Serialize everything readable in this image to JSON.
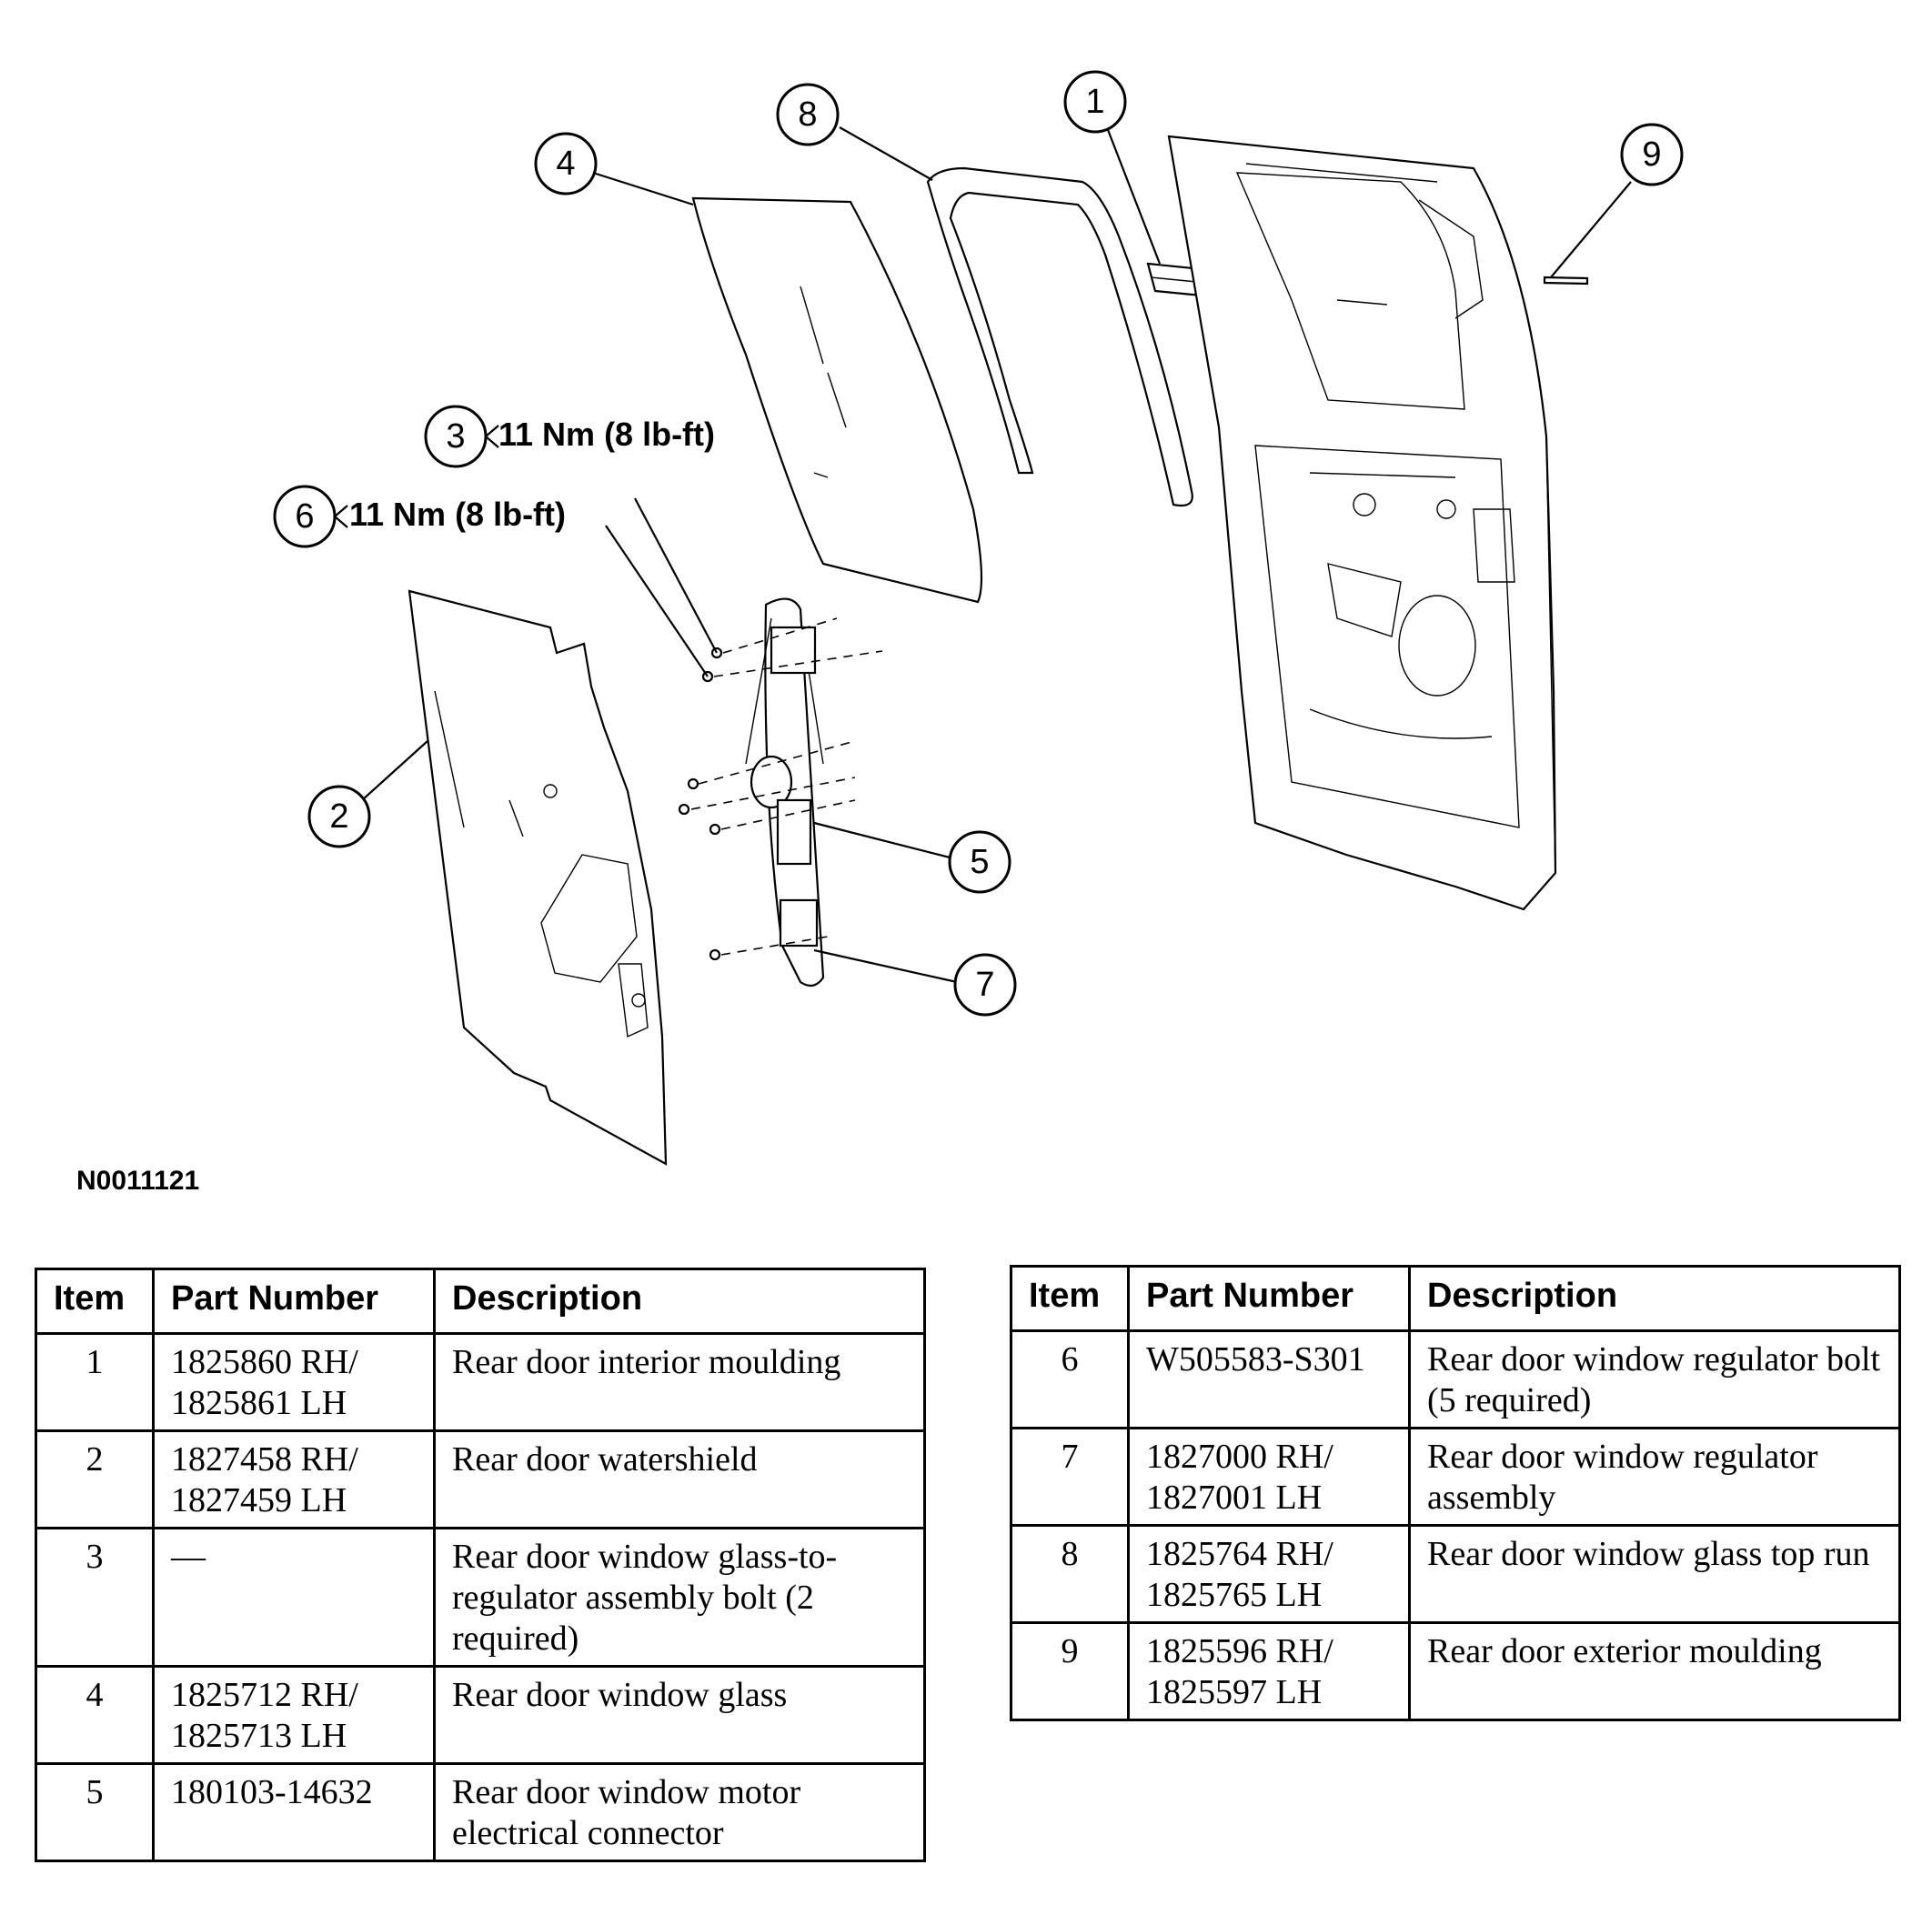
{
  "diagram": {
    "reference_code": "N0011121",
    "callouts": [
      "1",
      "2",
      "3",
      "4",
      "5",
      "6",
      "7",
      "8",
      "9"
    ],
    "torque_labels": {
      "item3": "11 Nm (8 lb-ft)",
      "item6": "11 Nm (8 lb-ft)"
    }
  },
  "tables": {
    "headers": {
      "item": "Item",
      "part_number": "Part Number",
      "description": "Description"
    },
    "left": [
      {
        "item": "1",
        "part_number": "1825860 RH/ 1825861 LH",
        "description": "Rear door interior moulding"
      },
      {
        "item": "2",
        "part_number": "1827458 RH/ 1827459 LH",
        "description": "Rear door watershield"
      },
      {
        "item": "3",
        "part_number": "—",
        "description": "Rear door window glass-to-regulator assembly bolt (2 required)"
      },
      {
        "item": "4",
        "part_number": "1825712 RH/ 1825713 LH",
        "description": "Rear door window glass"
      },
      {
        "item": "5",
        "part_number": "180103-14632",
        "description": "Rear door window motor electrical connector"
      }
    ],
    "right": [
      {
        "item": "6",
        "part_number": "W505583-S301",
        "description": "Rear door window regulator bolt (5 required)"
      },
      {
        "item": "7",
        "part_number": "1827000 RH/ 1827001 LH",
        "description": "Rear door window regulator assembly"
      },
      {
        "item": "8",
        "part_number": "1825764 RH/ 1825765 LH",
        "description": "Rear door window glass top run"
      },
      {
        "item": "9",
        "part_number": "1825596 RH/ 1825597 LH",
        "description": "Rear door exterior moulding"
      }
    ]
  }
}
